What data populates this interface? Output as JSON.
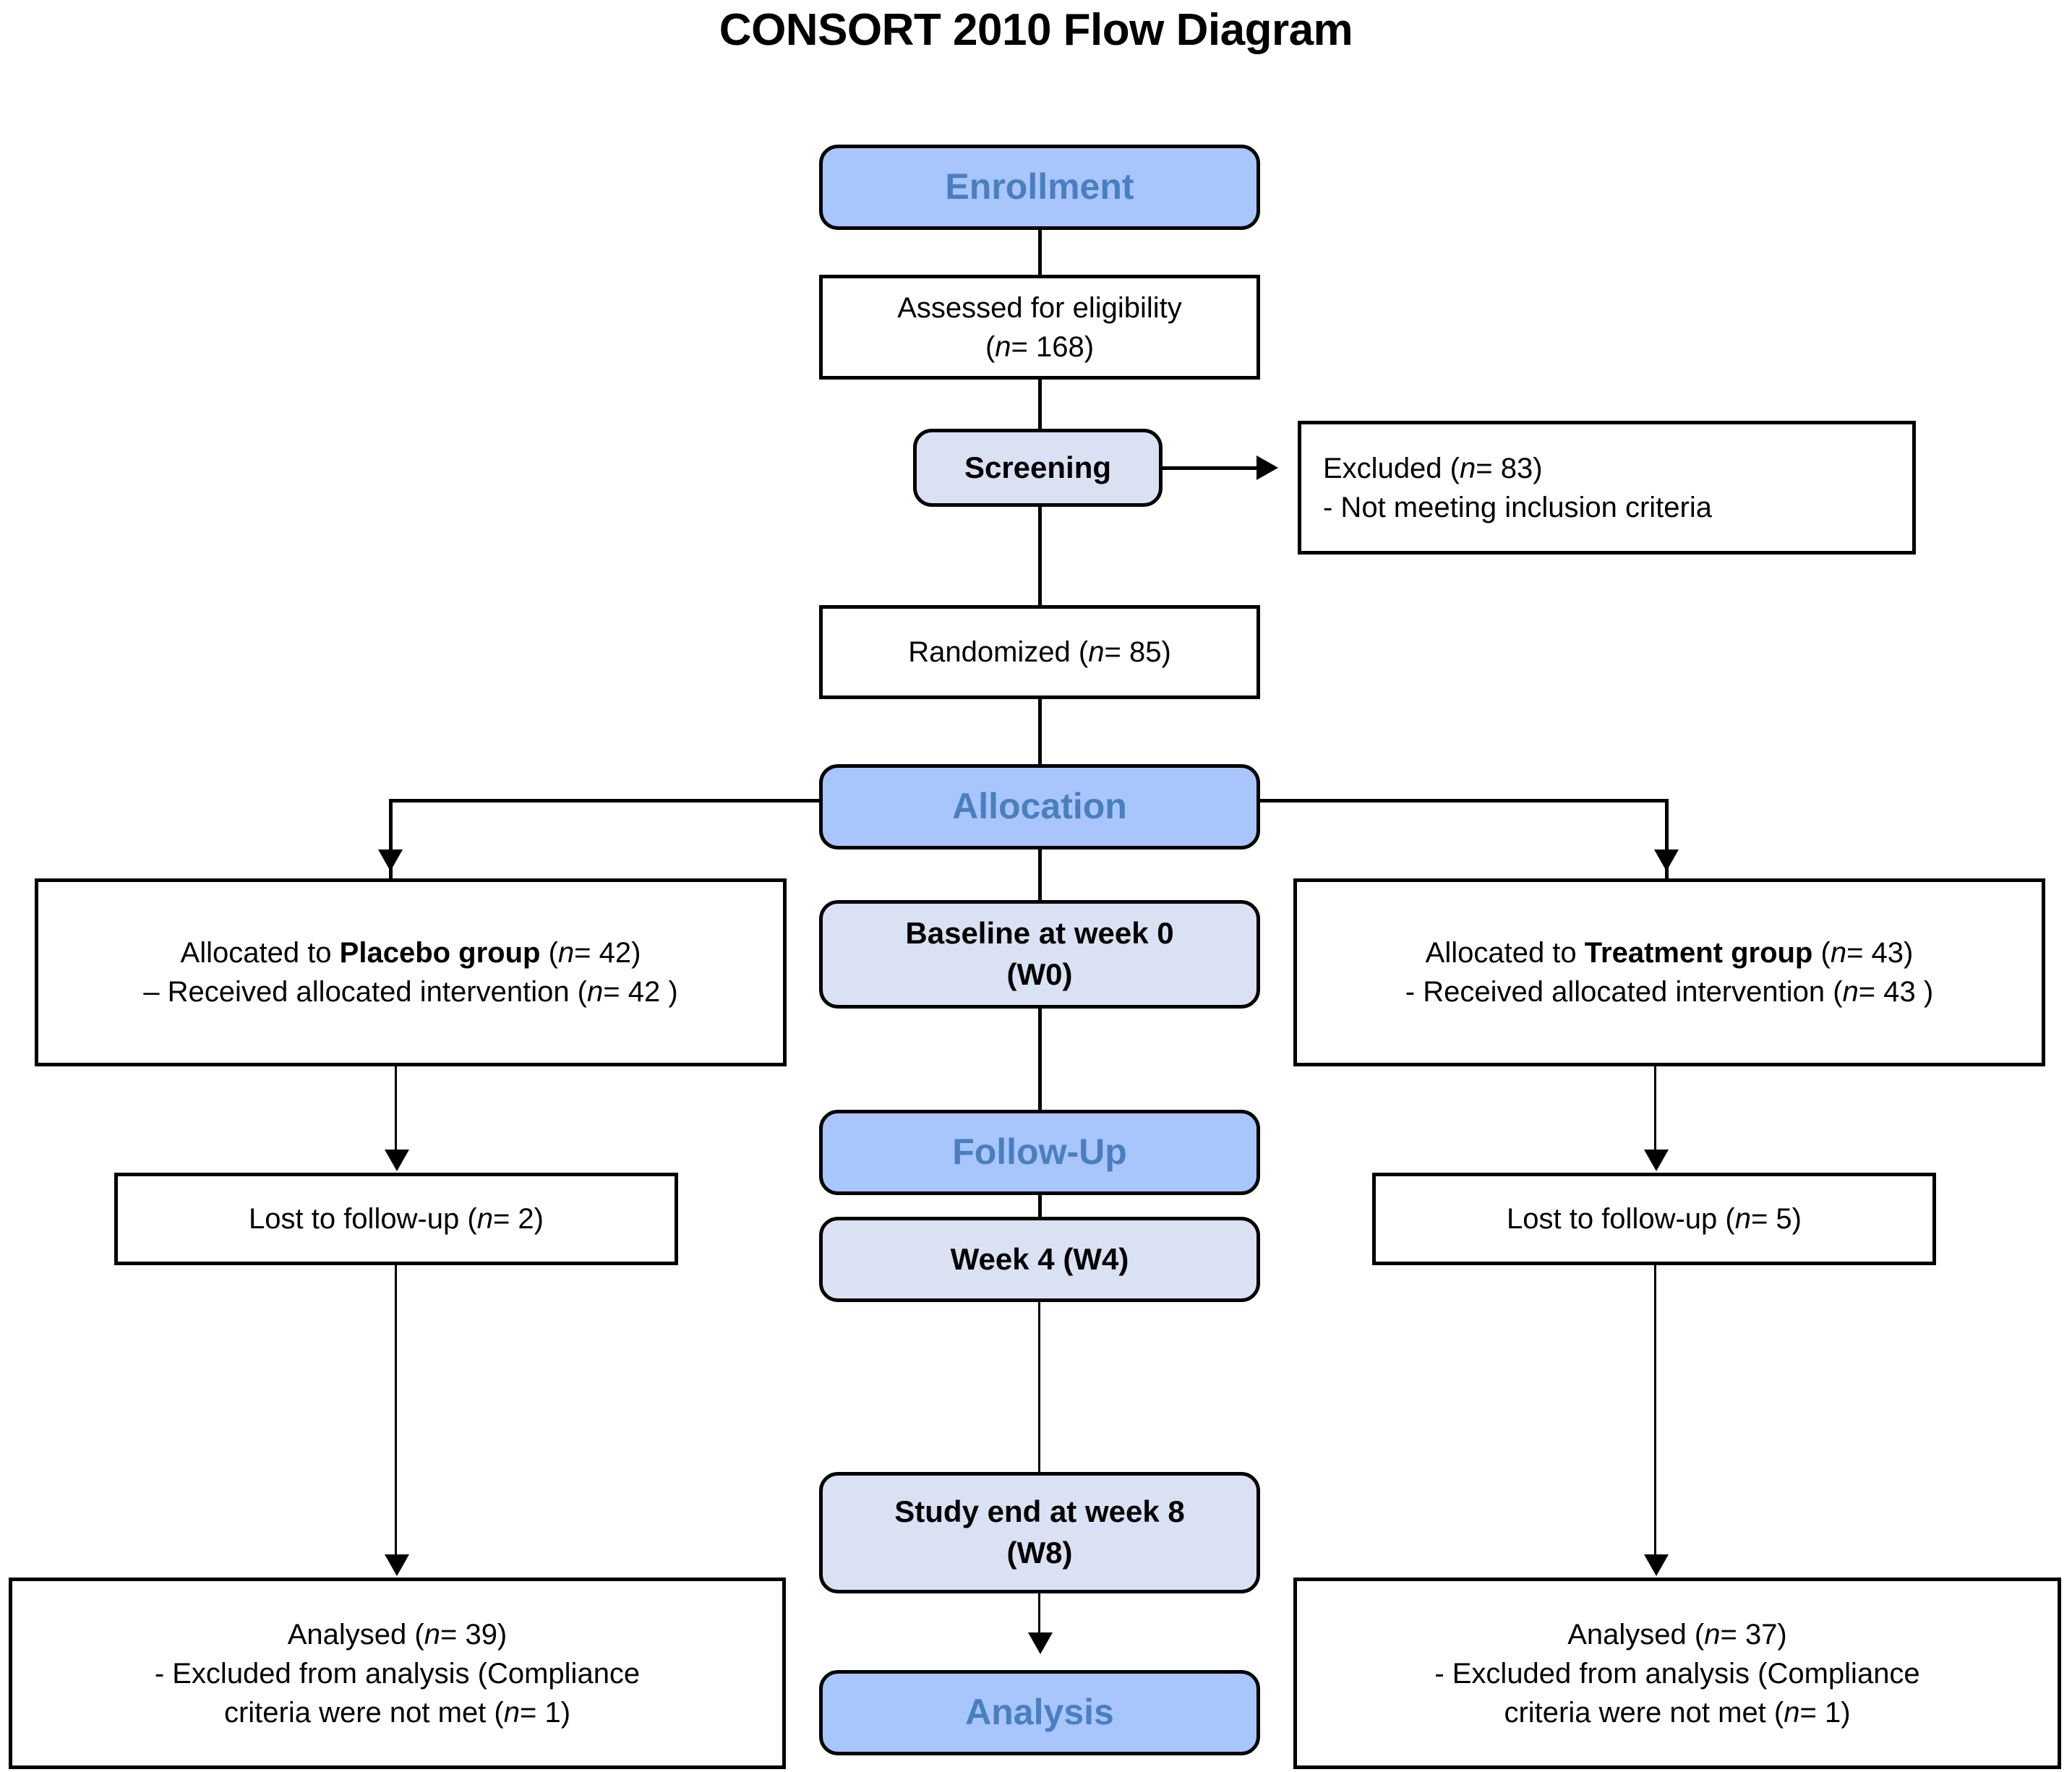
{
  "title": "CONSORT 2010 Flow Diagram",
  "colors": {
    "stage_fill": "#a8c5fc",
    "stage_text": "#4a7fbf",
    "substage_fill": "#d9e1f2",
    "box_fill": "#ffffff",
    "border": "#000000"
  },
  "stages": {
    "enrollment": "Enrollment",
    "allocation": "Allocation",
    "followup": "Follow-Up",
    "analysis": "Analysis"
  },
  "substages": {
    "screening": "Screening",
    "baseline_line1": "Baseline at week 0",
    "baseline_line2": "(W0)",
    "week4": "Week 4  (W4)",
    "week8_line1": "Study end at week 8",
    "week8_line2": "(W8)"
  },
  "center_boxes": {
    "assessed_line1": "Assessed for eligibility",
    "assessed_n_prefix": "(",
    "assessed_n_italic": "n",
    "assessed_n_suffix": "= 168)",
    "randomized_text": "Randomized (",
    "randomized_italic": "n",
    "randomized_suffix": "= 85)"
  },
  "excluded": {
    "line1_pre": "Excluded  (",
    "line1_italic": "n",
    "line1_post": "= 83)",
    "line2": "- Not meeting inclusion criteria"
  },
  "left_arm": {
    "allocated_pre": "Allocated to ",
    "allocated_bold": "Placebo group",
    "allocated_mid": " (",
    "allocated_italic": "n",
    "allocated_post": "= 42)",
    "received_pre": "– Received allocated intervention (",
    "received_italic": "n",
    "received_post": "= 42 )",
    "lost_pre": "Lost to follow-up  (",
    "lost_italic": "n",
    "lost_post": "= 2)",
    "analysed_pre": "Analysed  (",
    "analysed_italic": "n",
    "analysed_post": "= 39)",
    "excluded_line1": "- Excluded from analysis (Compliance",
    "excluded_line2_pre": "criteria were not met (",
    "excluded_line2_italic": "n",
    "excluded_line2_post": "= 1)"
  },
  "right_arm": {
    "allocated_pre": "Allocated to ",
    "allocated_bold": "Treatment group",
    "allocated_mid": " (",
    "allocated_italic": "n",
    "allocated_post": "= 43)",
    "received_pre": "- Received allocated intervention (",
    "received_italic": "n",
    "received_post": "= 43 )",
    "lost_pre": "Lost to follow-up  (",
    "lost_italic": "n",
    "lost_post": "= 5)",
    "analysed_pre": "Analysed (",
    "analysed_italic": "n",
    "analysed_post": "= 37)",
    "excluded_line1": "- Excluded from analysis (Compliance",
    "excluded_line2_pre": "criteria were not met (",
    "excluded_line2_italic": "n",
    "excluded_line2_post": "= 1)"
  },
  "chart_data": {
    "type": "diagram",
    "title": "CONSORT 2010 Flow Diagram",
    "nodes": [
      {
        "id": "enrollment",
        "label": "Enrollment",
        "kind": "stage"
      },
      {
        "id": "assessed",
        "label": "Assessed for eligibility (n= 168)",
        "kind": "box",
        "n": 168
      },
      {
        "id": "screening",
        "label": "Screening",
        "kind": "substage"
      },
      {
        "id": "excluded",
        "label": "Excluded (n= 83) - Not meeting inclusion criteria",
        "kind": "box",
        "n": 83
      },
      {
        "id": "randomized",
        "label": "Randomized (n= 85)",
        "kind": "box",
        "n": 85
      },
      {
        "id": "allocation",
        "label": "Allocation",
        "kind": "stage"
      },
      {
        "id": "alloc_placebo",
        "label": "Allocated to Placebo group (n= 42); Received allocated intervention (n= 42)",
        "kind": "box",
        "n": 42
      },
      {
        "id": "baseline",
        "label": "Baseline at week 0 (W0)",
        "kind": "substage"
      },
      {
        "id": "alloc_treatment",
        "label": "Allocated to Treatment group (n= 43); Received allocated intervention (n= 43)",
        "kind": "box",
        "n": 43
      },
      {
        "id": "followup",
        "label": "Follow-Up",
        "kind": "stage"
      },
      {
        "id": "lost_left",
        "label": "Lost to follow-up (n= 2)",
        "kind": "box",
        "n": 2
      },
      {
        "id": "week4",
        "label": "Week 4 (W4)",
        "kind": "substage"
      },
      {
        "id": "lost_right",
        "label": "Lost to follow-up (n= 5)",
        "kind": "box",
        "n": 5
      },
      {
        "id": "week8",
        "label": "Study end at week 8 (W8)",
        "kind": "substage"
      },
      {
        "id": "analysis",
        "label": "Analysis",
        "kind": "stage"
      },
      {
        "id": "analysed_left",
        "label": "Analysed (n= 39); Excluded from analysis (Compliance criteria were not met (n= 1)",
        "kind": "box",
        "n": 39,
        "excluded_n": 1
      },
      {
        "id": "analysed_right",
        "label": "Analysed (n= 37); Excluded from analysis (Compliance criteria were not met (n= 1)",
        "kind": "box",
        "n": 37,
        "excluded_n": 1
      }
    ],
    "edges": [
      {
        "from": "enrollment",
        "to": "assessed"
      },
      {
        "from": "assessed",
        "to": "screening"
      },
      {
        "from": "screening",
        "to": "excluded"
      },
      {
        "from": "screening",
        "to": "randomized"
      },
      {
        "from": "randomized",
        "to": "allocation"
      },
      {
        "from": "allocation",
        "to": "alloc_placebo"
      },
      {
        "from": "allocation",
        "to": "alloc_treatment"
      },
      {
        "from": "allocation",
        "to": "baseline"
      },
      {
        "from": "alloc_placebo",
        "to": "lost_left"
      },
      {
        "from": "alloc_treatment",
        "to": "lost_right"
      },
      {
        "from": "baseline",
        "to": "followup"
      },
      {
        "from": "followup",
        "to": "week4"
      },
      {
        "from": "week4",
        "to": "week8"
      },
      {
        "from": "lost_left",
        "to": "analysed_left"
      },
      {
        "from": "lost_right",
        "to": "analysed_right"
      },
      {
        "from": "week8",
        "to": "analysis"
      }
    ]
  }
}
